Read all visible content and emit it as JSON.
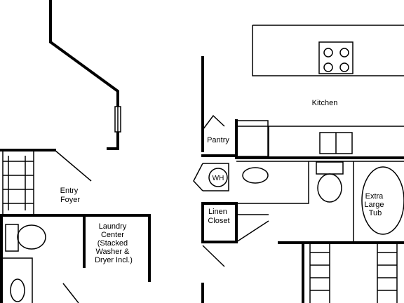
{
  "rooms": {
    "kitchen": "Kitchen",
    "pantry": "Pantry",
    "entry_foyer": [
      "Entry",
      "Foyer"
    ],
    "laundry_center": [
      "Laundry",
      "Center",
      "(Stacked",
      "Washer &",
      "Dryer Incl.)"
    ],
    "linen_closet": [
      "Linen",
      "Closet"
    ],
    "extra_large_tub": [
      "Extra",
      "Large",
      "Tub"
    ],
    "water_heater": "WH"
  },
  "colors": {
    "line": "#000000",
    "background": "#ffffff"
  }
}
